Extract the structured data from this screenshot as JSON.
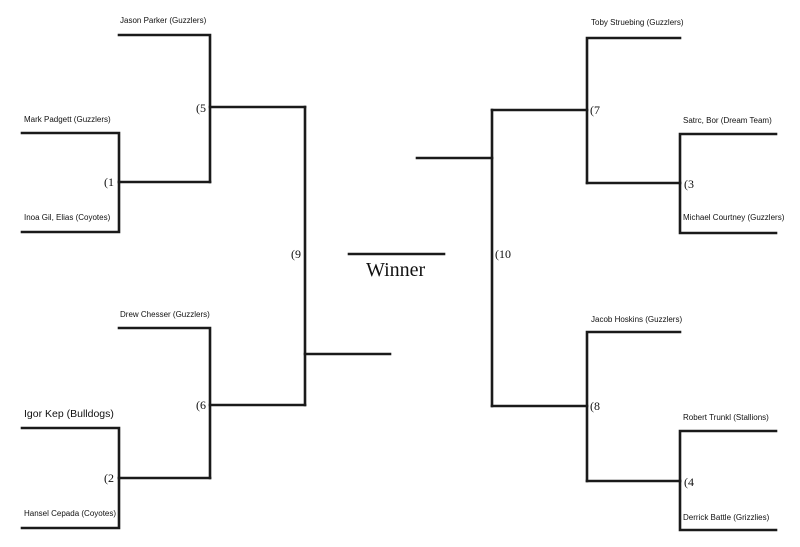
{
  "winner_label": "Winner",
  "players": {
    "jason_parker": "Jason Parker (Guzzlers)",
    "mark_padgett": "Mark Padgett (Guzzlers)",
    "inoa_gil": "Inoa Gil, Elias (Coyotes)",
    "drew_chesser": "Drew Chesser (Guzzlers)",
    "igor_kep": "Igor Kep (Bulldogs)",
    "hansel_cepada": "Hansel Cepada (Coyotes)",
    "toby_struebing": "Toby Struebing (Guzzlers)",
    "satrc_bor": "Satrc, Bor (Dream Team)",
    "michael_courtney": "Michael Courtney (Guzzlers)",
    "jacob_hoskins": "Jacob Hoskins (Guzzlers)",
    "robert_trunkl": "Robert Trunkl (Stallions)",
    "derrick_battle": "Derrick Battle (Grizzlies)"
  },
  "games": {
    "g1": "(1",
    "g2": "(2",
    "g3": "(3",
    "g4": "(4",
    "g5": "(5",
    "g6": "(6",
    "g7": "(7",
    "g8": "(8",
    "g9": "(9",
    "g10": "(10"
  }
}
